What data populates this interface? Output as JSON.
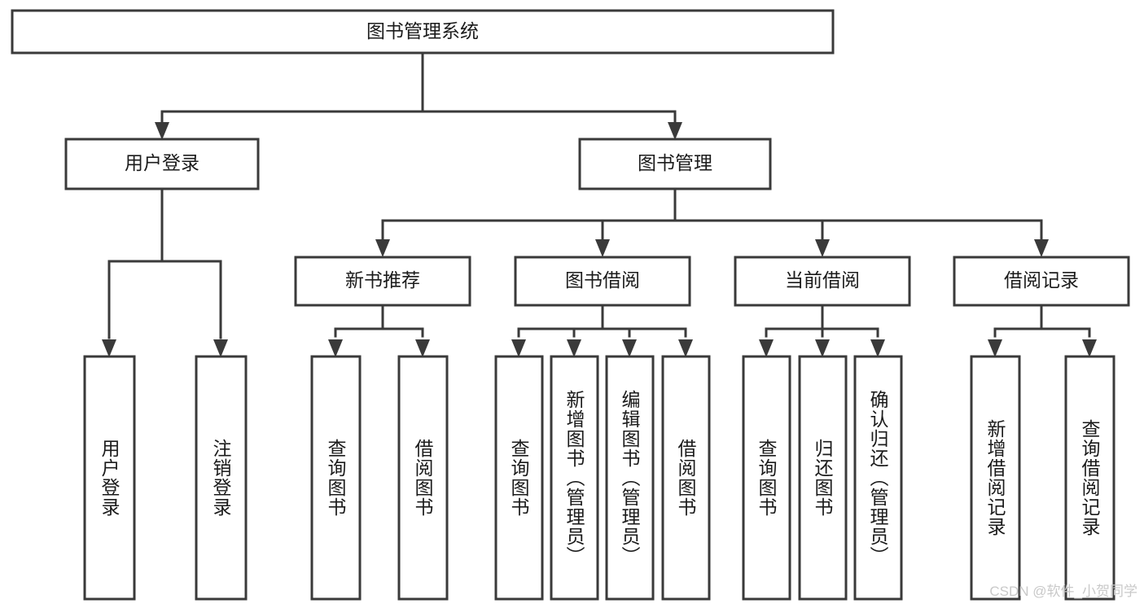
{
  "diagram": {
    "type": "tree-hierarchy-chart",
    "title_node": {
      "id": "root",
      "label": "图书管理系统"
    },
    "level2": [
      {
        "id": "user-login",
        "label": "用户登录"
      },
      {
        "id": "book-management",
        "label": "图书管理"
      }
    ],
    "level3": [
      {
        "id": "new-book-recommend",
        "label": "新书推荐",
        "parent": "book-management"
      },
      {
        "id": "book-borrow",
        "label": "图书借阅",
        "parent": "book-management"
      },
      {
        "id": "current-borrow",
        "label": "当前借阅",
        "parent": "book-management"
      },
      {
        "id": "borrow-record",
        "label": "借阅记录",
        "parent": "book-management"
      }
    ],
    "leaves": {
      "user-login": [
        {
          "id": "leaf-user-login",
          "label": "用户登录"
        },
        {
          "id": "leaf-logout-login",
          "label": "注销登录"
        }
      ],
      "new-book-recommend": [
        {
          "id": "leaf-query-book-1",
          "label": "查询图书"
        },
        {
          "id": "leaf-borrow-book-1",
          "label": "借阅图书"
        }
      ],
      "book-borrow": [
        {
          "id": "leaf-query-book-2",
          "label": "查询图书"
        },
        {
          "id": "leaf-add-book",
          "label": "新增图书（管理员）"
        },
        {
          "id": "leaf-edit-book",
          "label": "编辑图书（管理员）"
        },
        {
          "id": "leaf-borrow-book-2",
          "label": "借阅图书"
        }
      ],
      "current-borrow": [
        {
          "id": "leaf-query-book-3",
          "label": "查询图书"
        },
        {
          "id": "leaf-return-book",
          "label": "归还图书"
        },
        {
          "id": "leaf-confirm-return",
          "label": "确认归还（管理员）"
        }
      ],
      "borrow-record": [
        {
          "id": "leaf-add-record",
          "label": "新增借阅记录"
        },
        {
          "id": "leaf-query-record",
          "label": "查询借阅记录"
        }
      ]
    },
    "colors": {
      "box_stroke": "#3a3a3a",
      "box_fill": "#ffffff",
      "connector": "#3a3a3a",
      "label_text": "#1b1b1b",
      "background": "#ffffff",
      "watermark": "#c9c9c9"
    }
  },
  "watermark": {
    "text": "CSDN @软件_小贺同学"
  }
}
